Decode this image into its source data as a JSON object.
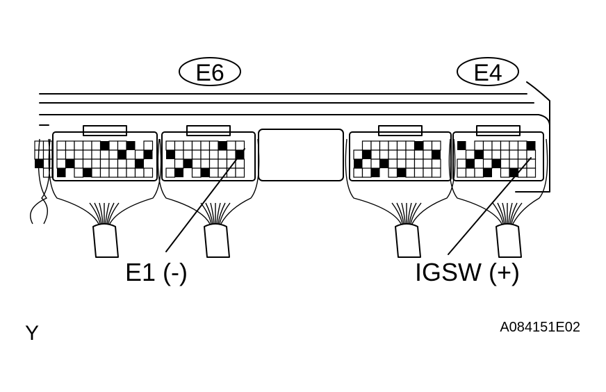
{
  "connectors": [
    {
      "id": "E6",
      "label": "E6"
    },
    {
      "id": "E4",
      "label": "E4"
    }
  ],
  "pins": {
    "ground": {
      "name": "E1",
      "polarity": "(-)",
      "text": "E1 (-)"
    },
    "ignition": {
      "name": "IGSW",
      "polarity": "(+)",
      "text": "IGSW (+)"
    }
  },
  "view_label": "Y",
  "figure_code": "A084151E02"
}
